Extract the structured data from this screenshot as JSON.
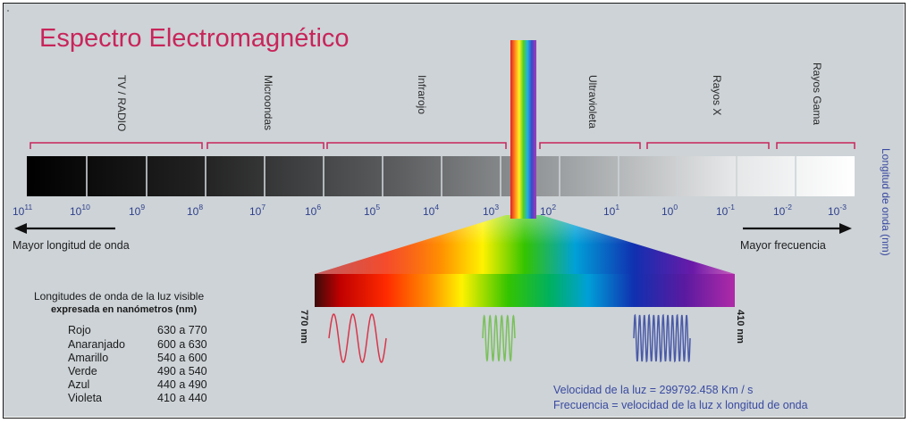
{
  "title": "Espectro Electromagnético",
  "side_label": "Longitud de onda (nm)",
  "bands": [
    "TV / RADIO",
    "Microondas",
    "Infrarojo",
    "Ultravioleta",
    "Rayos X",
    "Rayos Gama"
  ],
  "ticks": [
    {
      "base": "10",
      "exp": "11"
    },
    {
      "base": "10",
      "exp": "10"
    },
    {
      "base": "10",
      "exp": "9"
    },
    {
      "base": "10",
      "exp": "8"
    },
    {
      "base": "10",
      "exp": "7"
    },
    {
      "base": "10",
      "exp": "6"
    },
    {
      "base": "10",
      "exp": "5"
    },
    {
      "base": "10",
      "exp": "4"
    },
    {
      "base": "10",
      "exp": "3"
    },
    {
      "base": "10",
      "exp": "2"
    },
    {
      "base": "10",
      "exp": "1"
    },
    {
      "base": "10",
      "exp": "0"
    },
    {
      "base": "10",
      "exp": "-1"
    },
    {
      "base": "10",
      "exp": "-2"
    },
    {
      "base": "10",
      "exp": "-3"
    }
  ],
  "arrow_left": "Mayor longitud de onda",
  "arrow_right": "Mayor frecuencia",
  "visible": {
    "title_line1": "Longitudes de onda de la luz visible",
    "title_line2": "expresada en nanómetros (nm)",
    "rows": [
      {
        "color": "Rojo",
        "range": "630 a 770"
      },
      {
        "color": "Anaranjado",
        "range": "600 a 630"
      },
      {
        "color": "Amarillo",
        "range": "540 a 600"
      },
      {
        "color": "Verde",
        "range": "490 a 540"
      },
      {
        "color": "Azul",
        "range": "440 a 490"
      },
      {
        "color": "Violeta",
        "range": "410 a 440"
      }
    ]
  },
  "spectrum_left_label": "770 nm",
  "spectrum_right_label": "410 nm",
  "formula_line1": "Velocidad de la luz = 299792.458  Km / s",
  "formula_line2": "Frecuencia = velocidad de la luz x longitud de onda",
  "colors": {
    "background": "#cdd3d7",
    "title": "#c8255a",
    "bracket": "#c8255a",
    "formula": "#3a4aa0",
    "side_label": "#3a4aa0"
  }
}
